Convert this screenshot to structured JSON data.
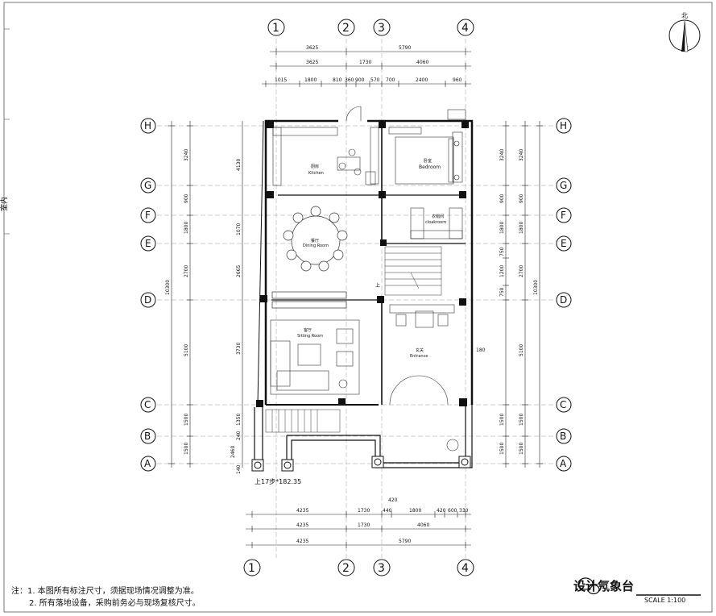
{
  "compass": {
    "label": "北"
  },
  "grid": {
    "columns": [
      "1",
      "2",
      "3",
      "4"
    ],
    "rows": [
      "H",
      "G",
      "F",
      "E",
      "D",
      "C",
      "B",
      "A"
    ]
  },
  "dims": {
    "top_row1": [
      "3625",
      "5790"
    ],
    "top_row2": [
      "3625",
      "1730",
      "4060"
    ],
    "top_row3": [
      "1015",
      "1800",
      "810",
      "360",
      "900",
      "570",
      "700",
      "2400",
      "960"
    ],
    "bottom_row1": [
      "4235",
      "1730",
      "440",
      "1800",
      "420",
      "600",
      "330"
    ],
    "bottom_row1_extra": "420",
    "bottom_row2": [
      "4235",
      "1730",
      "4060"
    ],
    "bottom_row3": [
      "4235",
      "5790"
    ],
    "left_outer": "10300",
    "left_mid": [
      "3240",
      "900",
      "1800",
      "2700",
      "5100",
      "1500",
      "1500"
    ],
    "left_inner": [
      "4130",
      "1070",
      "2665",
      "3730",
      "1350",
      "2460"
    ],
    "left_inner_small": [
      "240",
      "140"
    ],
    "right_outer": "10300",
    "right_mid": [
      "3240",
      "900",
      "1800",
      "2700",
      "5100",
      "1500",
      "1500"
    ],
    "right_inner": [
      "3240",
      "900",
      "1800",
      "750",
      "1200",
      "750",
      "1500",
      "1500"
    ],
    "right_small": "180"
  },
  "rooms": {
    "kitchen_cn": "厨房",
    "kitchen_en": "Kitchen",
    "bedroom_cn": "卧室",
    "bedroom_en": "Bedroom",
    "cloakroom_cn": "衣帽间",
    "cloakroom_en": "cloakroom",
    "dining_cn": "餐厅",
    "dining_en": "Dining Room",
    "sitting_cn": "客厅",
    "sitting_en": "Sitting Room",
    "entrance_cn": "玄关",
    "entrance_en": "Entrance"
  },
  "stair_label": "上17步*182.35",
  "stair_mark": "上",
  "edge_label": "室内",
  "notes": {
    "line1": "注：1. 本图所有标注尺寸，须据现场情况调整为准。",
    "line2": "2. 所有落地设备，采购前务必与现场复核尺寸。"
  },
  "watermark": "设计氖象台",
  "scale": "SCALE  1:100"
}
